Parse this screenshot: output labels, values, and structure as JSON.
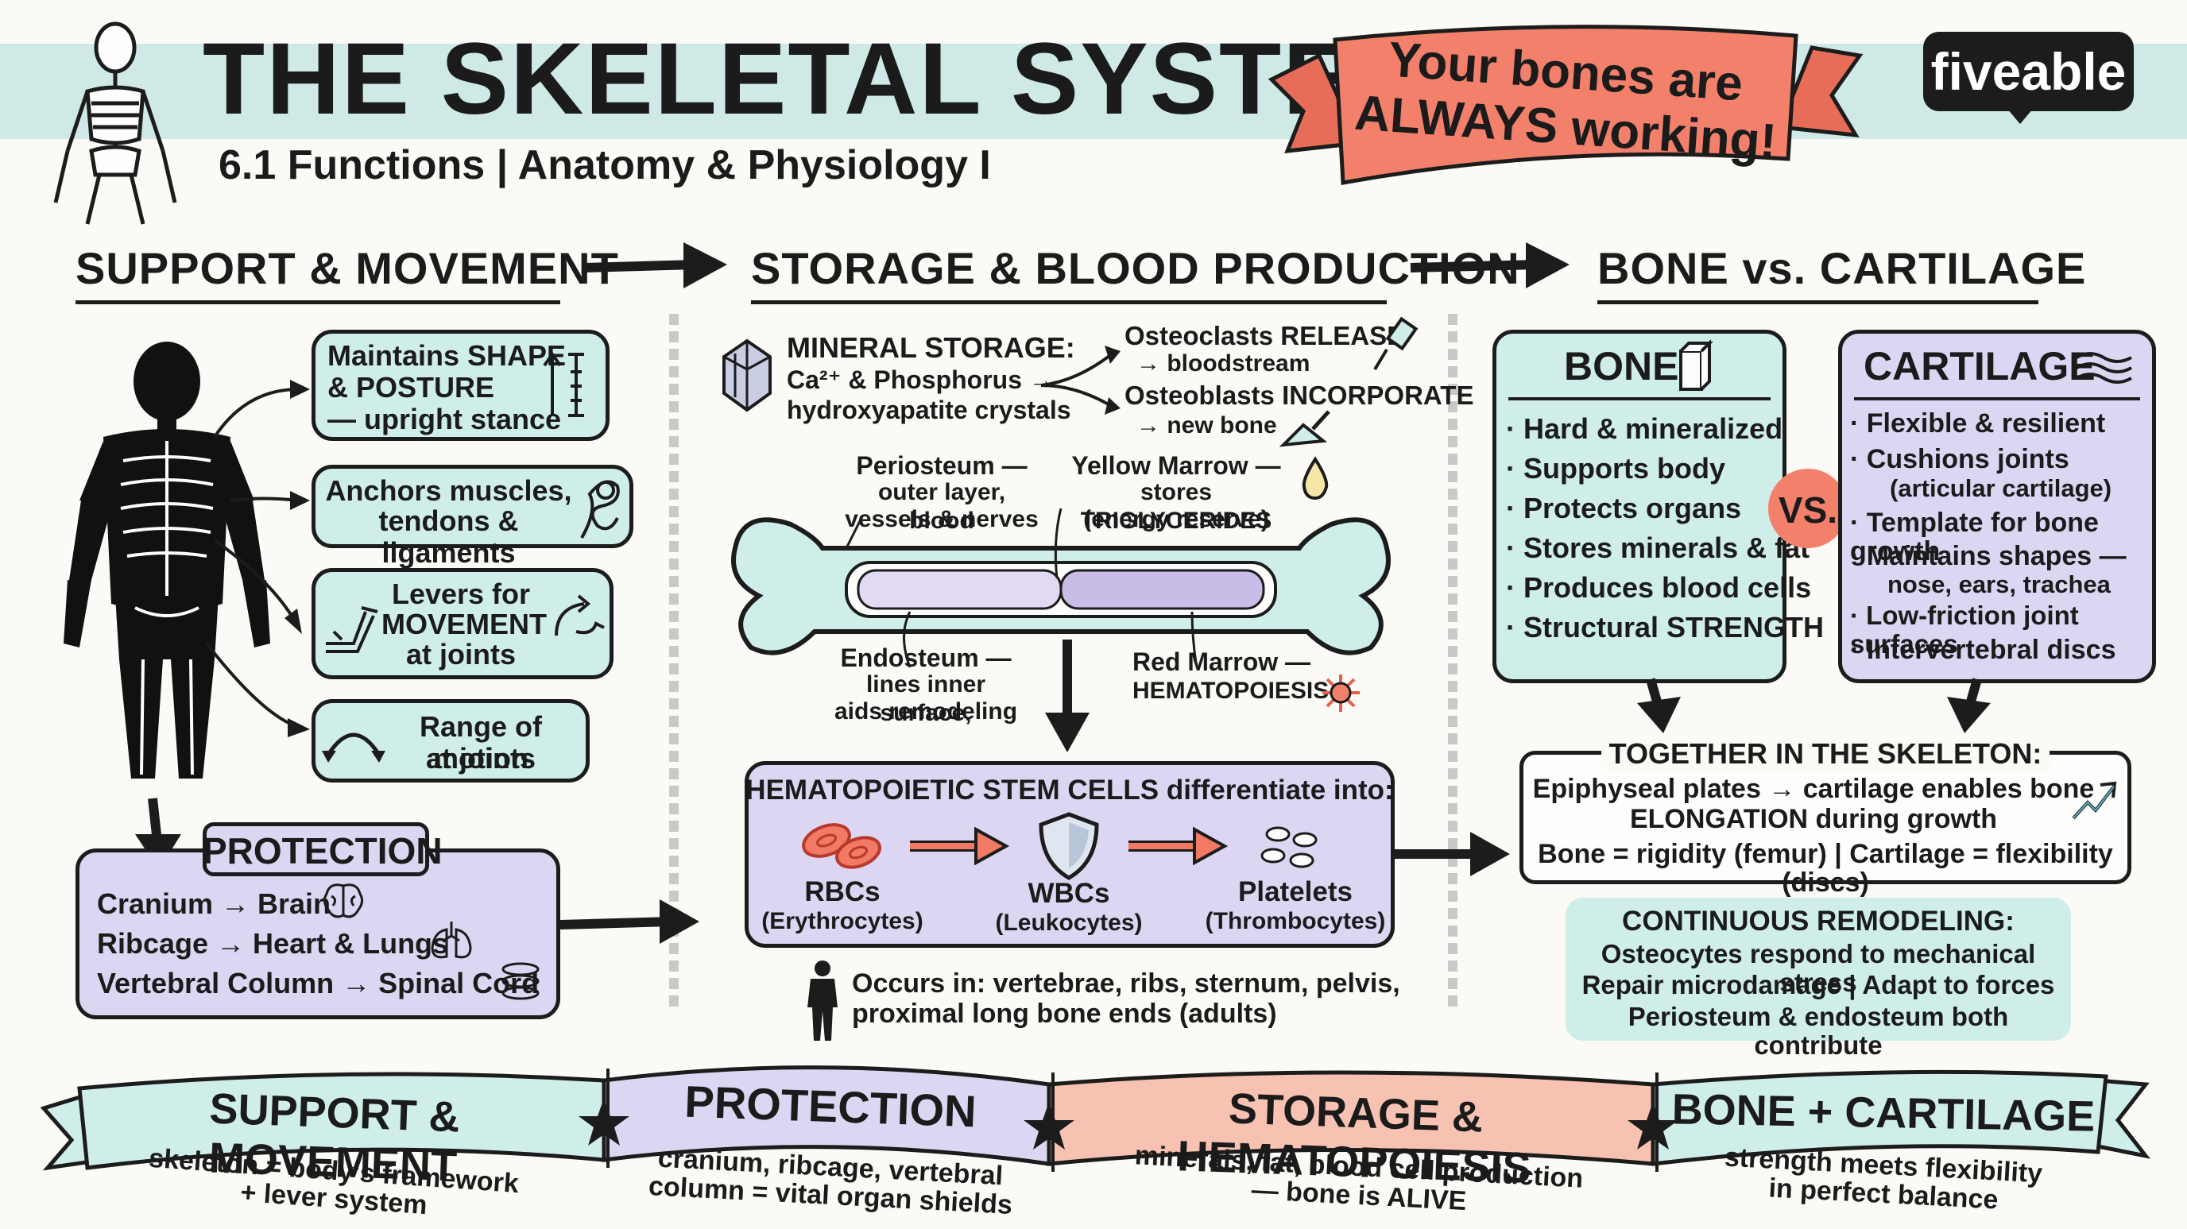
{
  "header": {
    "title": "THE SKELETAL SYSTEM",
    "subtitle": "6.1 Functions | Anatomy & Physiology I",
    "banner_line1": "Your bones are",
    "banner_line2": "ALWAYS working!",
    "brand": "fiveable"
  },
  "sections": {
    "support": "SUPPORT & MOVEMENT",
    "storage": "STORAGE & BLOOD PRODUCTION",
    "bvc": "BONE vs. CARTILAGE"
  },
  "support_boxes": [
    {
      "l1": "Maintains SHAPE",
      "l2": "& POSTURE",
      "l3": "— upright stance"
    },
    {
      "l1": "Anchors muscles,",
      "l2": "tendons & ligaments"
    },
    {
      "l1": "Levers for",
      "l2": "MOVEMENT",
      "l3": "at joints"
    },
    {
      "l1": "Range of motion",
      "l2": "at joints"
    }
  ],
  "protection": {
    "title": "PROTECTION",
    "items": [
      "Cranium → Brain",
      "Ribcage → Heart & Lungs",
      "Vertebral Column → Spinal Cord"
    ]
  },
  "storage": {
    "mineral_title": "MINERAL STORAGE:",
    "mineral_l2": "Ca²⁺ & Phosphorus →",
    "mineral_l3": "hydroxyapatite crystals",
    "oc_l1": "Osteoclasts RELEASE",
    "oc_l2": "→ bloodstream",
    "ob_l1": "Osteoblasts INCORPORATE",
    "ob_l2": "→ new bone",
    "periosteum": [
      "Periosteum —",
      "outer layer, blood",
      "vessels & nerves"
    ],
    "yellow": [
      "Yellow Marrow —",
      "stores TRIGLYCERIDES",
      "(energy reserve)"
    ],
    "endosteum": [
      "Endosteum —",
      "lines inner surface,",
      "aids remodeling"
    ],
    "red": [
      "Red Marrow —",
      "HEMATOPOIESIS"
    ]
  },
  "hema": {
    "title": "HEMATOPOIETIC STEM CELLS differentiate into:",
    "cells": [
      {
        "name": "RBCs",
        "sub": "(Erythrocytes)"
      },
      {
        "name": "WBCs",
        "sub": "(Leukocytes)"
      },
      {
        "name": "Platelets",
        "sub": "(Thrombocytes)"
      }
    ],
    "occurs_l1": "Occurs in: vertebrae, ribs, sternum, pelvis,",
    "occurs_l2": "proximal long bone ends (adults)"
  },
  "bone": {
    "title": "BONE",
    "items": [
      "Hard & mineralized",
      "Supports body",
      "Protects organs",
      "Stores minerals & fat",
      "Produces blood cells",
      "Structural STRENGTH"
    ]
  },
  "vs": "VS.",
  "cartilage": {
    "title": "CARTILAGE",
    "items": [
      "Flexible & resilient",
      "Cushions joints",
      "(articular cartilage)",
      "Template for bone growth",
      "Maintains shapes —",
      "nose, ears, trachea",
      "Low-friction joint surfaces",
      "Intervertebral discs"
    ]
  },
  "together": {
    "title": "TOGETHER IN THE SKELETON:",
    "l1": "Epiphyseal plates → cartilage enables bone",
    "l2": "ELONGATION during growth",
    "l3": "Bone = rigidity (femur) | Cartilage = flexibility (discs)"
  },
  "remodel": {
    "title": "CONTINUOUS REMODELING:",
    "l1": "Osteocytes respond to mechanical stress",
    "l2": "Repair microdamage | Adapt to forces",
    "l3": "Periosteum & endosteum both contribute"
  },
  "footer": [
    {
      "title": "SUPPORT & MOVEMENT",
      "l1": "skeleton = body's framework",
      "l2": "+ lever system",
      "color": "#cfeeea"
    },
    {
      "title": "PROTECTION",
      "l1": "cranium, ribcage, vertebral",
      "l2": "column = vital organ shields",
      "color": "#ddd6f3"
    },
    {
      "title": "STORAGE & HEMATOPOIESIS",
      "l1": "minerals, fat, blood cell production",
      "l2": "— bone is ALIVE",
      "color": "#f7c2b1"
    },
    {
      "title": "BONE + CARTILAGE",
      "l1": "strength meets flexibility",
      "l2": "in perfect balance",
      "color": "#cfeeea"
    }
  ],
  "colors": {
    "teal": "#cfeeea",
    "lavender": "#ddd6f3",
    "coral": "#f2806b",
    "ink": "#1c1c1c"
  }
}
